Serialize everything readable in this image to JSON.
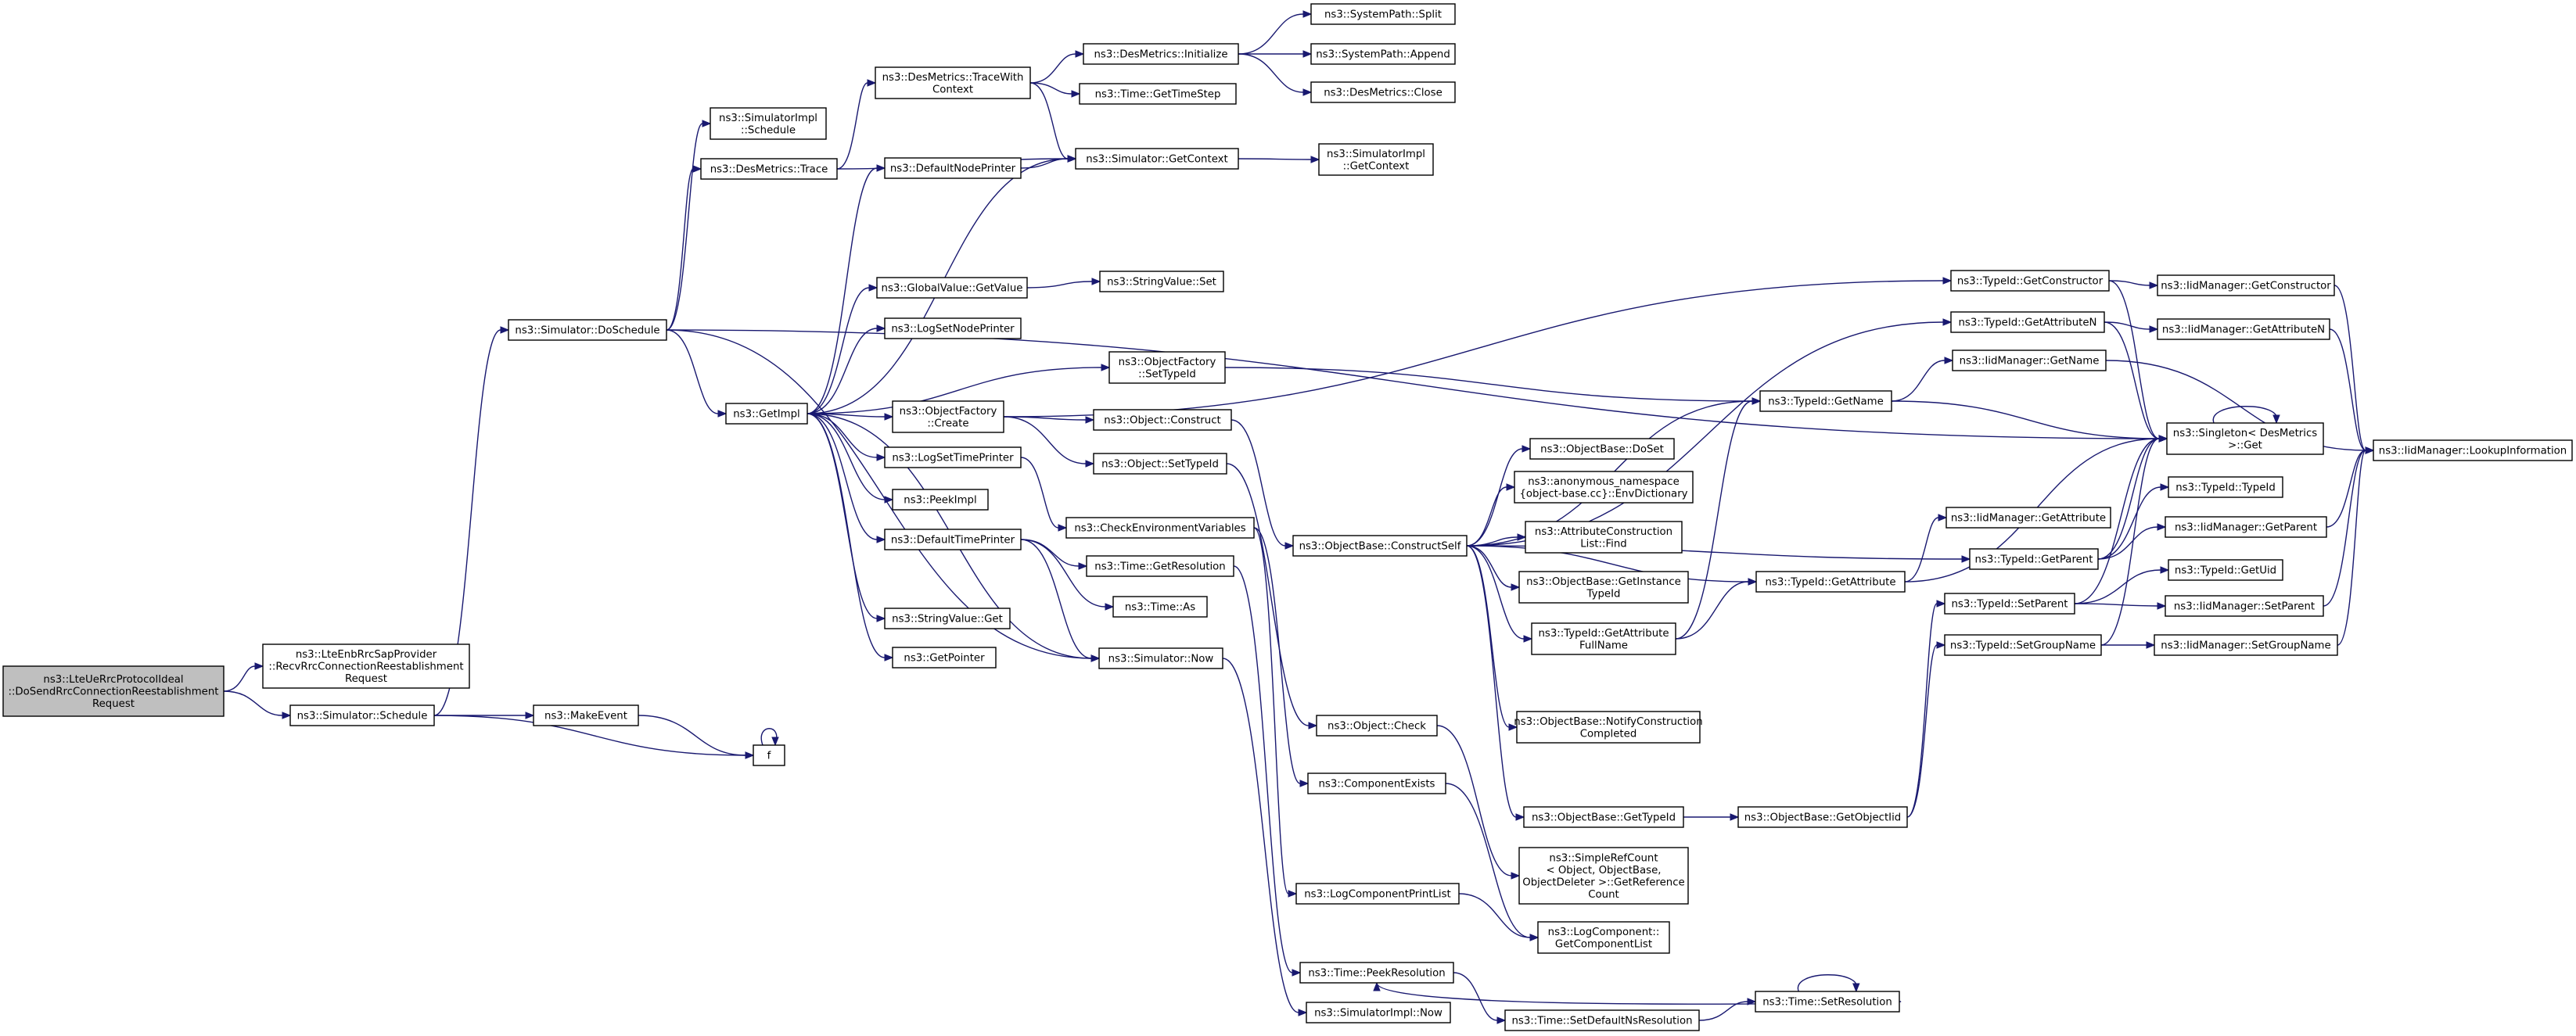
{
  "diagram": {
    "type": "call-graph",
    "colors": {
      "edge": "#191970",
      "node_border": "#000000",
      "root_fill": "#bfbfbf",
      "node_fill": "#ffffff"
    },
    "nodes": [
      {
        "id": "root",
        "lines": [
          "ns3::LteUeRrcProtocolIdeal",
          "::DoSendRrcConnectionReestablishment",
          "Request"
        ]
      },
      {
        "id": "recv",
        "lines": [
          "ns3::LteEnbRrcSapProvider",
          "::RecvRrcConnectionReestablishment",
          "Request"
        ]
      },
      {
        "id": "sched",
        "lines": [
          "ns3::Simulator::Schedule"
        ]
      },
      {
        "id": "makeev",
        "lines": [
          "ns3::MakeEvent"
        ]
      },
      {
        "id": "f",
        "lines": [
          "f"
        ]
      },
      {
        "id": "dosched",
        "lines": [
          "ns3::Simulator::DoSchedule"
        ]
      },
      {
        "id": "simimplsched",
        "lines": [
          "ns3::SimulatorImpl",
          "::Schedule"
        ]
      },
      {
        "id": "dmtrace",
        "lines": [
          "ns3::DesMetrics::Trace"
        ]
      },
      {
        "id": "getimpl",
        "lines": [
          "ns3::GetImpl"
        ]
      },
      {
        "id": "tracectx",
        "lines": [
          "ns3::DesMetrics::TraceWith",
          "Context"
        ]
      },
      {
        "id": "dminit",
        "lines": [
          "ns3::DesMetrics::Initialize"
        ]
      },
      {
        "id": "split",
        "lines": [
          "ns3::SystemPath::Split"
        ]
      },
      {
        "id": "append",
        "lines": [
          "ns3::SystemPath::Append"
        ]
      },
      {
        "id": "dmclose",
        "lines": [
          "ns3::DesMetrics::Close"
        ]
      },
      {
        "id": "timestep",
        "lines": [
          "ns3::Time::GetTimeStep"
        ]
      },
      {
        "id": "getctx",
        "lines": [
          "ns3::Simulator::GetContext"
        ]
      },
      {
        "id": "implctx",
        "lines": [
          "ns3::SimulatorImpl",
          "::GetContext"
        ]
      },
      {
        "id": "defnode",
        "lines": [
          "ns3::DefaultNodePrinter"
        ]
      },
      {
        "id": "gvget",
        "lines": [
          "ns3::GlobalValue::GetValue"
        ]
      },
      {
        "id": "svset",
        "lines": [
          "ns3::StringValue::Set"
        ]
      },
      {
        "id": "lognode",
        "lines": [
          "ns3::LogSetNodePrinter"
        ]
      },
      {
        "id": "ofsettid",
        "lines": [
          "ns3::ObjectFactory",
          "::SetTypeId"
        ]
      },
      {
        "id": "ofcreate",
        "lines": [
          "ns3::ObjectFactory",
          "::Create"
        ]
      },
      {
        "id": "objconstruct",
        "lines": [
          "ns3::Object::Construct"
        ]
      },
      {
        "id": "objsettid",
        "lines": [
          "ns3::Object::SetTypeId"
        ]
      },
      {
        "id": "logtime",
        "lines": [
          "ns3::LogSetTimePrinter"
        ]
      },
      {
        "id": "peekimpl",
        "lines": [
          "ns3::PeekImpl"
        ]
      },
      {
        "id": "checkenv",
        "lines": [
          "ns3::CheckEnvironmentVariables"
        ]
      },
      {
        "id": "deftime",
        "lines": [
          "ns3::DefaultTimePrinter"
        ]
      },
      {
        "id": "getres",
        "lines": [
          "ns3::Time::GetResolution"
        ]
      },
      {
        "id": "timeas",
        "lines": [
          "ns3::Time::As"
        ]
      },
      {
        "id": "svget",
        "lines": [
          "ns3::StringValue::Get"
        ]
      },
      {
        "id": "getptr",
        "lines": [
          "ns3::GetPointer"
        ]
      },
      {
        "id": "simnow",
        "lines": [
          "ns3::Simulator::Now"
        ]
      },
      {
        "id": "objcheck",
        "lines": [
          "ns3::Object::Check"
        ]
      },
      {
        "id": "compexists",
        "lines": [
          "ns3::ComponentExists"
        ]
      },
      {
        "id": "logcompprint",
        "lines": [
          "ns3::LogComponentPrintList"
        ]
      },
      {
        "id": "peekres",
        "lines": [
          "ns3::Time::PeekResolution"
        ]
      },
      {
        "id": "implnow",
        "lines": [
          "ns3::SimulatorImpl::Now"
        ]
      },
      {
        "id": "constructself",
        "lines": [
          "ns3::ObjectBase::ConstructSelf"
        ]
      },
      {
        "id": "doset",
        "lines": [
          "ns3::ObjectBase::DoSet"
        ]
      },
      {
        "id": "envdict",
        "lines": [
          "ns3::anonymous_namespace",
          "{object-base.cc}::EnvDictionary"
        ]
      },
      {
        "id": "acfind",
        "lines": [
          "ns3::AttributeConstruction",
          "List::Find"
        ]
      },
      {
        "id": "getinst",
        "lines": [
          "ns3::ObjectBase::GetInstance",
          "TypeId"
        ]
      },
      {
        "id": "getattrfull",
        "lines": [
          "ns3::TypeId::GetAttribute",
          "FullName"
        ]
      },
      {
        "id": "notify",
        "lines": [
          "ns3::ObjectBase::NotifyConstruction",
          "Completed"
        ]
      },
      {
        "id": "obgettid",
        "lines": [
          "ns3::ObjectBase::GetTypeId"
        ]
      },
      {
        "id": "simpleref",
        "lines": [
          "ns3::SimpleRefCount",
          "< Object, ObjectBase,",
          "ObjectDeleter >::GetReference",
          "Count"
        ]
      },
      {
        "id": "getcomplist",
        "lines": [
          "ns3::LogComponent::",
          "GetComponentList"
        ]
      },
      {
        "id": "setdefns",
        "lines": [
          "ns3::Time::SetDefaultNsResolution"
        ]
      },
      {
        "id": "setres",
        "lines": [
          "ns3::Time::SetResolution"
        ]
      },
      {
        "id": "tidgetname",
        "lines": [
          "ns3::TypeId::GetName"
        ]
      },
      {
        "id": "tidgetattr",
        "lines": [
          "ns3::TypeId::GetAttribute"
        ]
      },
      {
        "id": "getobjtid",
        "lines": [
          "ns3::ObjectBase::GetObjectIid"
        ]
      },
      {
        "id": "tidgetctor",
        "lines": [
          "ns3::TypeId::GetConstructor"
        ]
      },
      {
        "id": "tidgetattrn",
        "lines": [
          "ns3::TypeId::GetAttributeN"
        ]
      },
      {
        "id": "iidgetname",
        "lines": [
          "ns3::IidManager::GetName"
        ]
      },
      {
        "id": "iidgetattr",
        "lines": [
          "ns3::IidManager::GetAttribute"
        ]
      },
      {
        "id": "tidgetparent",
        "lines": [
          "ns3::TypeId::GetParent"
        ]
      },
      {
        "id": "tidsetparent",
        "lines": [
          "ns3::TypeId::SetParent"
        ]
      },
      {
        "id": "tidsetgroup",
        "lines": [
          "ns3::TypeId::SetGroupName"
        ]
      },
      {
        "id": "singleton",
        "lines": [
          "ns3::Singleton< DesMetrics",
          ">::Get"
        ]
      },
      {
        "id": "iidgetctor",
        "lines": [
          "ns3::IidManager::GetConstructor"
        ]
      },
      {
        "id": "iidgetattrn",
        "lines": [
          "ns3::IidManager::GetAttributeN"
        ]
      },
      {
        "id": "tidtypeid",
        "lines": [
          "ns3::TypeId::TypeId"
        ]
      },
      {
        "id": "iidgetparent",
        "lines": [
          "ns3::IidManager::GetParent"
        ]
      },
      {
        "id": "tidgetuid",
        "lines": [
          "ns3::TypeId::GetUid"
        ]
      },
      {
        "id": "iidsetparent",
        "lines": [
          "ns3::IidManager::SetParent"
        ]
      },
      {
        "id": "iidsetgroup",
        "lines": [
          "ns3::IidManager::SetGroupName"
        ]
      },
      {
        "id": "lookup",
        "lines": [
          "ns3::IidManager::LookupInformation"
        ]
      }
    ]
  }
}
